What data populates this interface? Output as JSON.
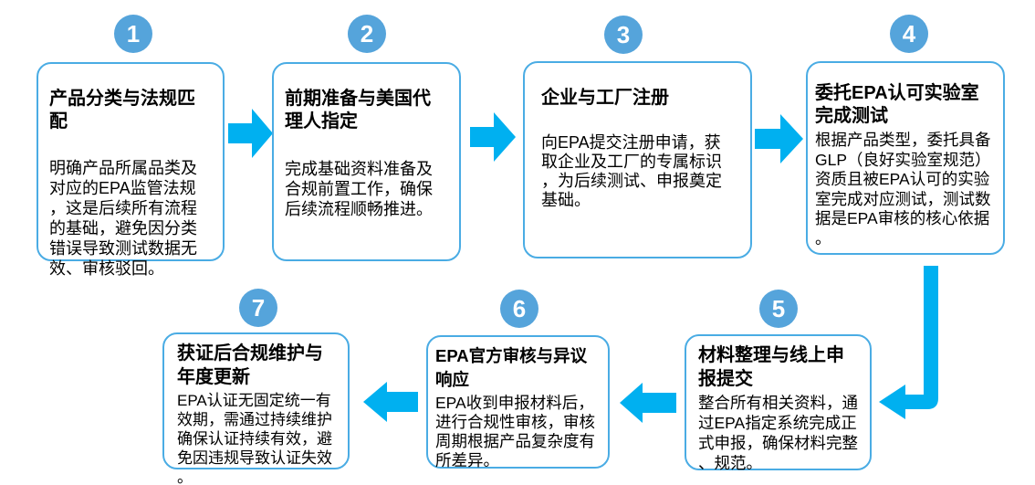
{
  "palette": {
    "arrow_blue": "#00B0F0",
    "badge_blue": "#55A4DB",
    "box_border_blue": "#4AACE4",
    "text_black": "#000000",
    "background": "#FFFFFF"
  },
  "steps": [
    {
      "number": "1",
      "title": "产品分类与法规匹配",
      "body": "明确产品所属品类及对应的EPA监管法规，这是后续所有流程的基础，避免因分类错误导致测试数据无效、审核驳回。"
    },
    {
      "number": "2",
      "title": "前期准备与美国代理人指定",
      "body": "完成基础资料准备及合规前置工作，确保后续流程顺畅推进。"
    },
    {
      "number": "3",
      "title": "企业与工厂注册",
      "body": "向EPA提交注册申请，获取企业及工厂的专属标识，为后续测试、申报奠定基础。"
    },
    {
      "number": "4",
      "title": "委托EPA认可实验室完成测试",
      "body": "根据产品类型，委托具备GLP（良好实验室规范）资质且被EPA认可的实验室完成对应测试，测试数据是EPA审核的核心依据。"
    },
    {
      "number": "5",
      "title": "材料整理与线上申报提交",
      "body": "整合所有相关资料，通过EPA指定系统完成正式申报，确保材料完整、规范。"
    },
    {
      "number": "6",
      "title": "EPA官方审核与异议响应",
      "body": "EPA收到申报材料后，进行合规性审核，审核周期根据产品复杂度有所差异。"
    },
    {
      "number": "7",
      "title": "获证后合规维护与年度更新",
      "body": "EPA认证无固定统一有效期，需通过持续维护确保认证持续有效，避免因违规导致认证失效。"
    }
  ],
  "arrows": [
    {
      "name": "arrow-step1-to-step2",
      "direction": "right"
    },
    {
      "name": "arrow-step2-to-step3",
      "direction": "right"
    },
    {
      "name": "arrow-step3-to-step4",
      "direction": "right"
    },
    {
      "name": "arrow-step4-to-step5",
      "direction": "down-then-left"
    },
    {
      "name": "arrow-step5-to-step6",
      "direction": "left"
    },
    {
      "name": "arrow-step6-to-step7",
      "direction": "left"
    }
  ]
}
